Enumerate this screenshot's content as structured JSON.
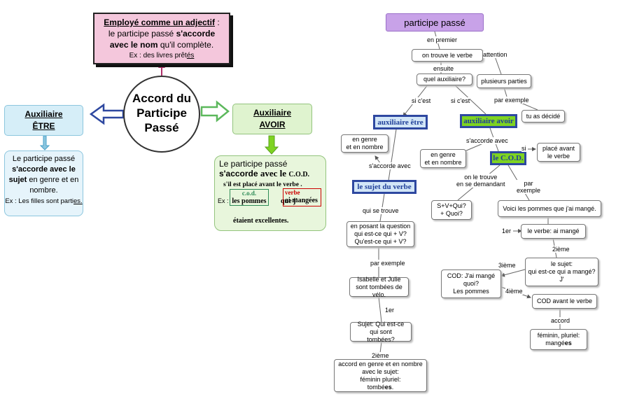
{
  "left": {
    "adjectif": {
      "title": "Employé comme un adjectif",
      "colon": " :",
      "line1": "le participe passé ",
      "line1_bold": "s'accorde",
      "line2_bold": "avec le nom",
      "line2": " qu'il complète.",
      "example_prefix": "Ex : des livres prêt",
      "example_suffix": "és"
    },
    "center": {
      "line1": "Accord du",
      "line2": "Participe",
      "line3": "Passé"
    },
    "etre": {
      "label1": "Auxiliaire",
      "label2": "ÊTRE",
      "text_line1": "Le participe passé",
      "text_bold1": "s'accorde avec le",
      "text_bold2": "sujet",
      "text_line2": " en genre et en",
      "text_line3": "nombre.",
      "example_prefix": "Ex : Les filles sont parti",
      "example_suffix": "es."
    },
    "avoir": {
      "label1": "Auxiliaire",
      "label2": "AVOIR",
      "text_line1": "Le participe passé",
      "text_bold1": "s'accorde ",
      "text_bold2": "avec le ",
      "text_bold3": "C.O.D.",
      "text_line2": "s'il est placé avant le  verbe .",
      "ex_label": "Ex :",
      "cod_label": "c.o.d.",
      "cod_text": "les pommes",
      "que_text": "que j'",
      "verbe_label": "verbe",
      "verbe_text": "ai mangées",
      "ending": "étaient excellentes."
    }
  },
  "right": {
    "title": "participe passé",
    "labels": {
      "en_premier": "en premier",
      "attention": "attention",
      "ensuite": "ensuite",
      "si_cest_1": "si c'est",
      "si_cest_2": "si c'est",
      "par_exemple_1": "par exemple",
      "saccorde_avec_1": "s'accorde avec",
      "saccorde_avec_2": "s'accorde avec",
      "si": "si",
      "on_le_trouve_1": "on le trouve",
      "on_le_trouve_2": "en se demandant",
      "par_exemple_2": "par",
      "par_exemple_2b": "exemple",
      "qui_se_trouve": "qui se trouve",
      "par_exemple_3": "par exemple",
      "er1_a": "1er",
      "er1_b": "1er",
      "ieme2_a": "2ième",
      "ieme2_b": "2ième",
      "ieme3": "3ième",
      "ieme4": "4ième",
      "accord": "accord"
    },
    "nodes": {
      "trouve_verbe": "on trouve le verbe",
      "quel_aux": "quel auxiliaire?",
      "plusieurs_parties": "plusieurs parties",
      "tu_as_decide": "tu as décidé",
      "aux_etre": "auxiliaire être",
      "aux_avoir": "auxiliaire avoir",
      "genre_nombre_1a": "en genre",
      "genre_nombre_1b": "et en nombre",
      "genre_nombre_2a": "en genre",
      "genre_nombre_2b": "et en nombre",
      "le_cod": "le C.O.D.",
      "place_avant_a": "placé avant",
      "place_avant_b": "le verbe",
      "sujet_verbe": "le sujet du verbe",
      "svq_a": "S+V+Qui?",
      "svq_b": "+ Quoi?",
      "voici_pommes": "Voici les pommes que j'ai mangé.",
      "question_a": "en posant la question",
      "question_b": "qui est-ce qui + V?",
      "question_c": "Qu'est-ce qui + V?",
      "verbe_ai_mange": "le verbe: ai mangé",
      "isabelle_a": "Isabelle et Julie",
      "isabelle_b": "sont tombées de vélo.",
      "cod_mange_a": "COD: J'ai mangé",
      "cod_mange_b": "quoi?",
      "cod_mange_c": "Les pommes",
      "le_sujet_a": "le sujet:",
      "le_sujet_b": "qui est-ce qui a mangé?",
      "le_sujet_c": "J'",
      "sujet_qui_a": "Sujet: Qui est-ce qui sont",
      "sujet_qui_b": "tombées?",
      "cod_avant": "COD avant le verbe",
      "feminin_a": "féminin, pluriel:",
      "feminin_b": "mangé",
      "feminin_c": "es",
      "accord_final_a": "accord en genre et en nombre",
      "accord_final_b": "avec le sujet:",
      "accord_final_c": "féminin pluriel:",
      "accord_final_d": "tombé",
      "accord_final_e": "es",
      "accord_final_f": "."
    }
  },
  "colors": {
    "adjectif_bg": "#f4c7dc",
    "etre_bg": "#d6eef8",
    "avoir_bg": "#dff3cf",
    "title_bg": "#c8a2e8",
    "aux_etre_bg": "#d2e6f7",
    "aux_avoir_bg": "#7ed321",
    "arrow_blue": "#2e48a0",
    "arrow_green": "#5cb85c",
    "arrow_pink": "#b0306a"
  }
}
